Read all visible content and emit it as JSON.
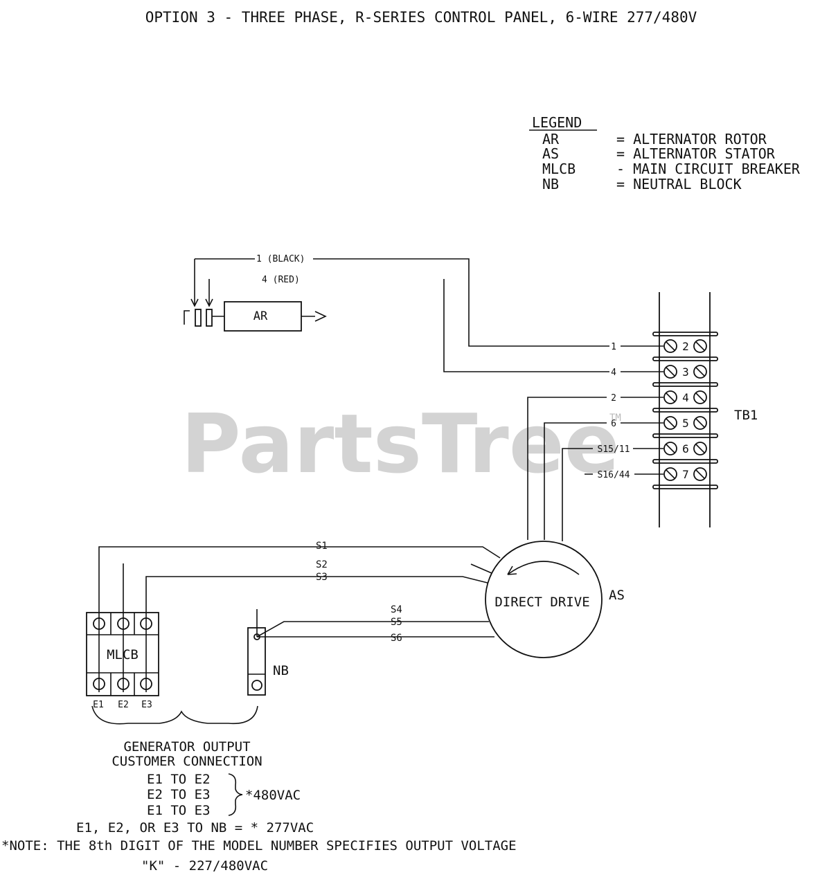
{
  "title": "OPTION 3 - THREE PHASE, R-SERIES CONTROL PANEL, 6-WIRE 277/480V",
  "watermark": {
    "text": "PartsTree",
    "tm": "TM"
  },
  "legend": {
    "heading": "LEGEND",
    "entries": [
      {
        "abbr": "AR",
        "desc": "= ALTERNATOR ROTOR"
      },
      {
        "abbr": "AS",
        "desc": "= ALTERNATOR STATOR"
      },
      {
        "abbr": "MLCB",
        "desc": "- MAIN CIRCUIT BREAKER"
      },
      {
        "abbr": "NB",
        "desc": "= NEUTRAL BLOCK"
      }
    ]
  },
  "rotor": {
    "label": "AR",
    "wire_black": "1 (BLACK)",
    "wire_red": "4 (RED)"
  },
  "terminal_block": {
    "label": "TB1",
    "terminals": [
      {
        "num": "2",
        "wire": "1"
      },
      {
        "num": "3",
        "wire": "4"
      },
      {
        "num": "4",
        "wire": "2"
      },
      {
        "num": "5",
        "wire": "6"
      },
      {
        "num": "6",
        "wire": "S15/11"
      },
      {
        "num": "7",
        "wire": "S16/44"
      }
    ]
  },
  "stator": {
    "label": "AS",
    "inner": "DIRECT DRIVE"
  },
  "stator_leads": [
    "S1",
    "S2",
    "S3",
    "S4",
    "S5",
    "S6"
  ],
  "breaker": {
    "label": "MLCB",
    "terminals": [
      "E1",
      "E2",
      "E3"
    ]
  },
  "neutral_block": {
    "label": "NB"
  },
  "output": {
    "line1": "GENERATOR OUTPUT",
    "line2": "CUSTOMER CONNECTION",
    "pairs": [
      "E1 TO E2",
      "E2 TO E3",
      "E1 TO E3"
    ],
    "voltage": "*480VAC",
    "neutral_line": "E1, E2, OR E3 TO NB = * 277VAC"
  },
  "note": {
    "line1": "*NOTE: THE 8th DIGIT OF THE MODEL NUMBER SPECIFIES OUTPUT VOLTAGE",
    "line2": "\"K\" - 227/480VAC"
  }
}
